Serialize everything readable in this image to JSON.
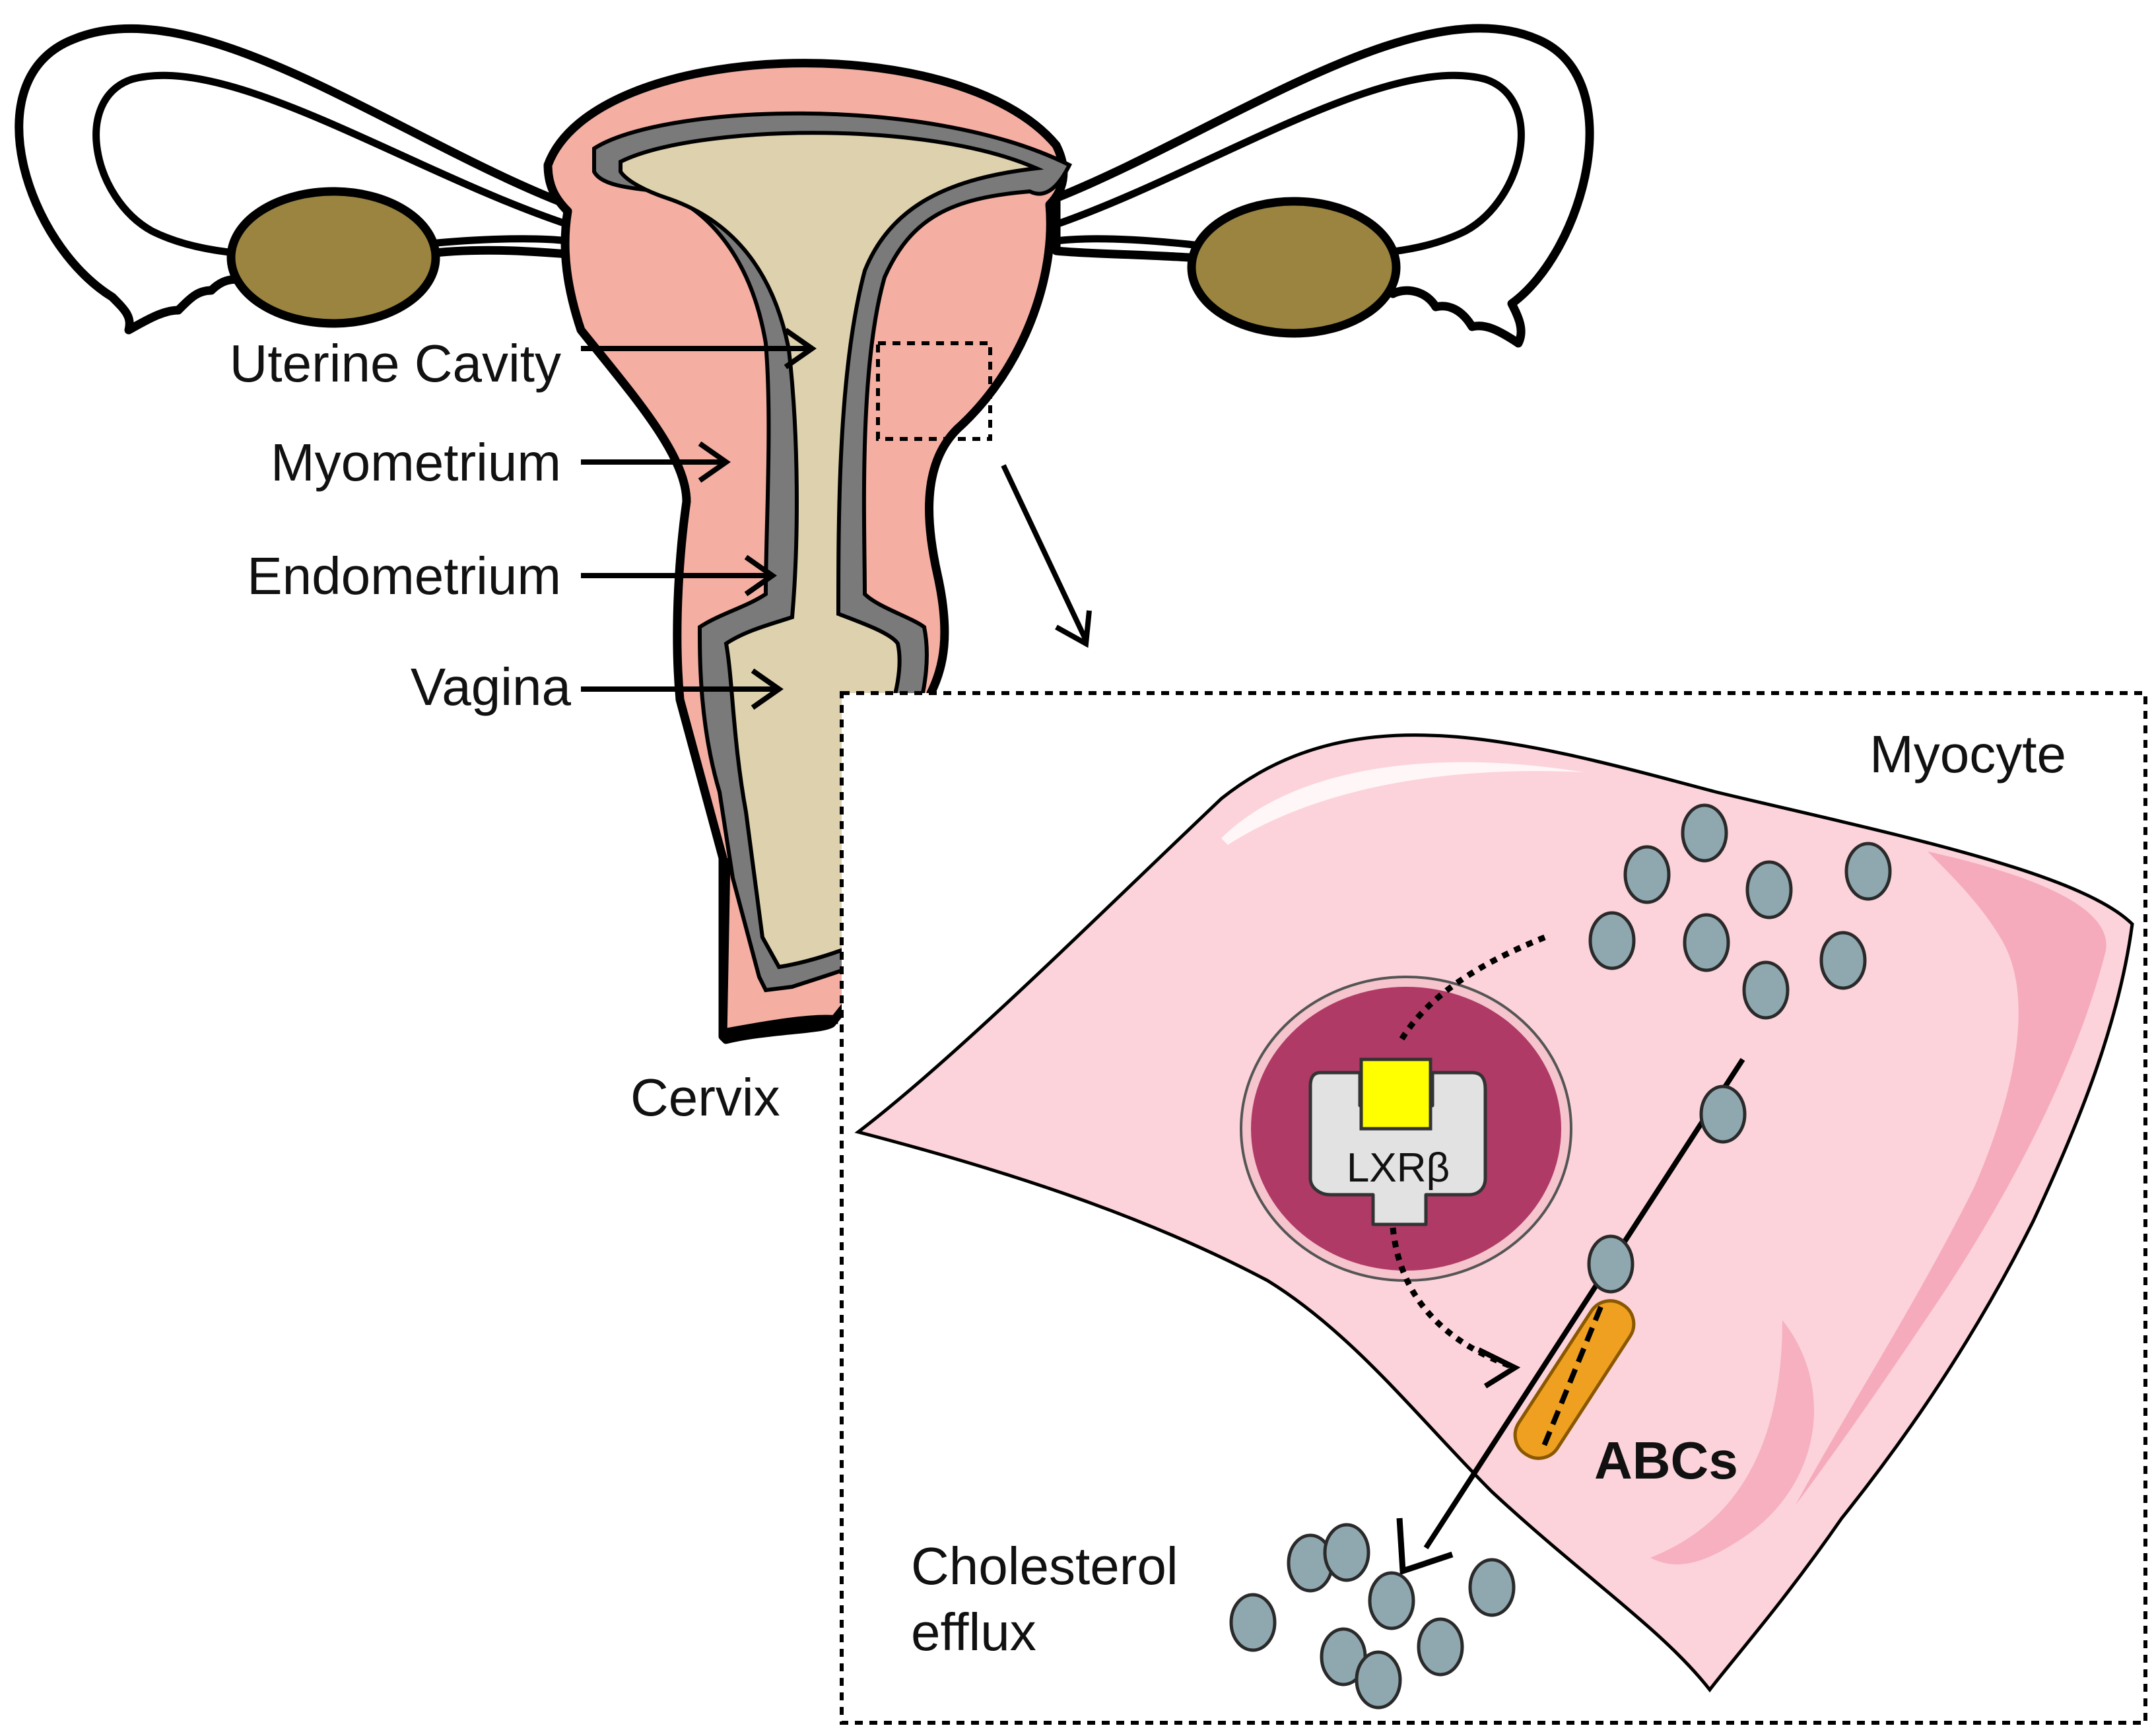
{
  "labels": {
    "uterine_cavity": "Uterine Cavity",
    "myometrium": "Myometrium",
    "endometrium": "Endometrium",
    "vagina": "Vagina",
    "cervix": "Cervix",
    "myocyte": "Myocyte",
    "receptor": "LXRβ",
    "transporter": "ABCs",
    "efflux_line1": "Cholesterol",
    "efflux_line2": "efflux"
  },
  "colors": {
    "myometrium": "#f4aea2",
    "cavity": "#ded1ae",
    "endometrium": "#7a7a7a",
    "ovary": "#9a843f",
    "myocyte": "#fcd3da",
    "myocyte_fold": "#f29aae",
    "nucleus": "#b03a66",
    "receptor": "#e2e2e2",
    "ligand": "#ffff00",
    "cholesterol": "#8fa8b0",
    "transporter": "#f0a020"
  }
}
